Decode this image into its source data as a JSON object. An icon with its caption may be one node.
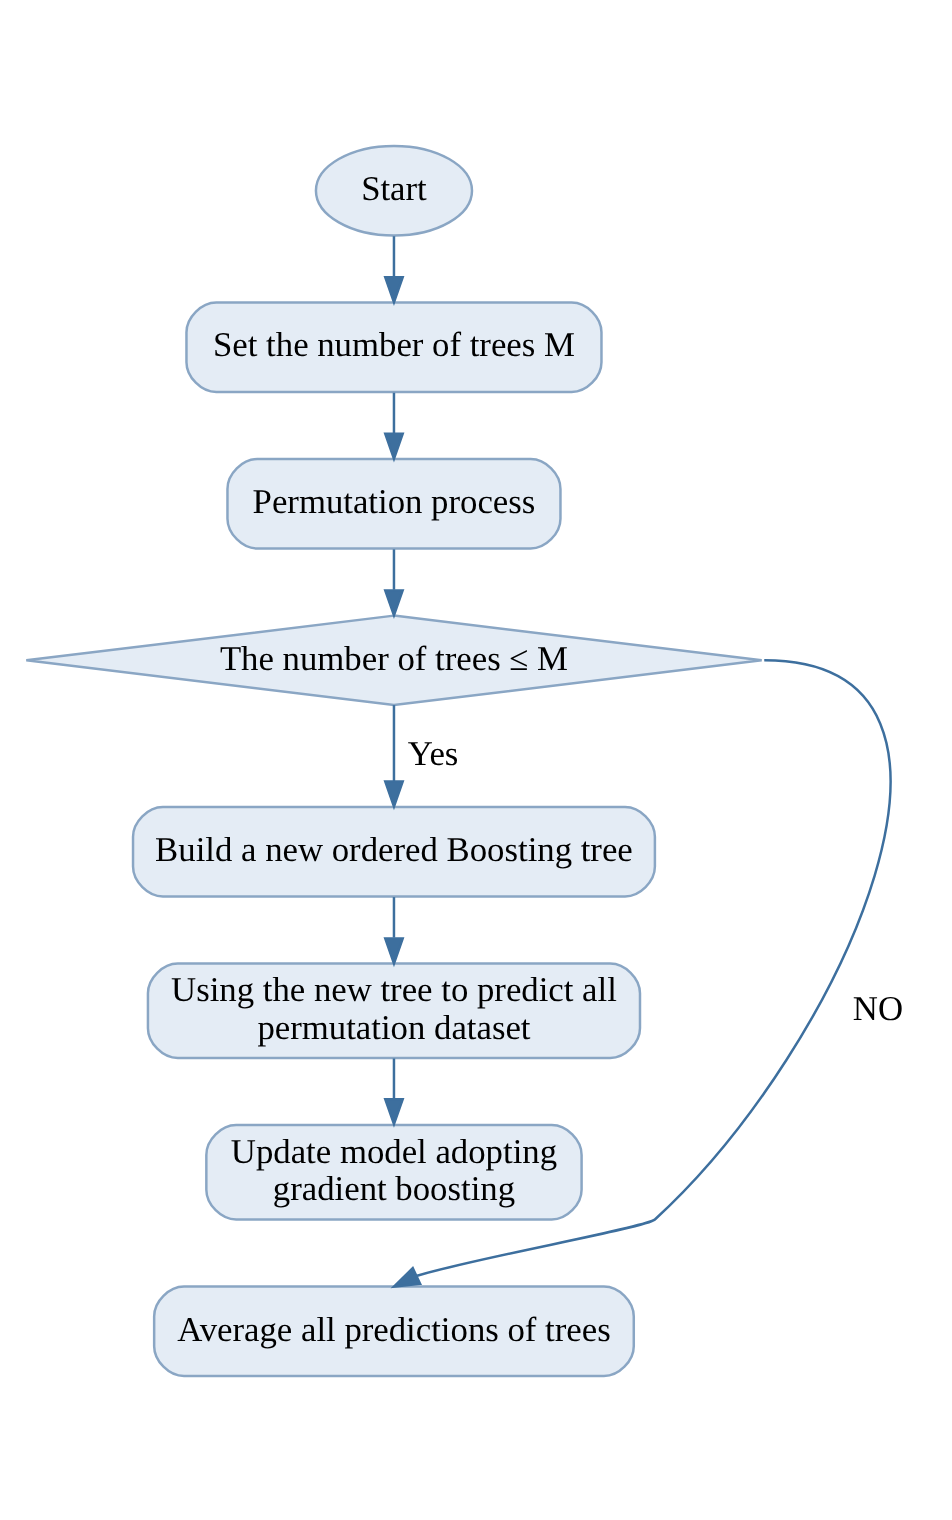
{
  "diagram": {
    "nodes": [
      {
        "text": [
          "Start"
        ]
      },
      {
        "text": [
          "Set the number of trees M"
        ]
      },
      {
        "text": [
          "Permutation process"
        ]
      },
      {
        "text": [
          "The number of trees ≤ M"
        ]
      },
      {
        "text": [
          "Build a new ordered Boosting tree"
        ]
      },
      {
        "text": [
          "Using the new tree to predict all permutation dataset"
        ]
      },
      {
        "text": [
          "Update model adopting gradient boosting"
        ]
      },
      {
        "text": [
          "Average all predictions of trees"
        ]
      }
    ],
    "edges": [
      {
        "from": 0,
        "to": 1,
        "arrow": "to"
      },
      {
        "from": 1,
        "to": 2,
        "arrow": "to"
      },
      {
        "from": 2,
        "to": 3,
        "arrow": "to"
      },
      {
        "from": 3,
        "to": 4,
        "arrow": "to",
        "label": "Yes"
      },
      {
        "from": 4,
        "to": 5,
        "arrow": "to"
      },
      {
        "from": 5,
        "to": 6,
        "arrow": "to"
      },
      {
        "from": 3,
        "to": 7,
        "arrow": "to",
        "label": "NO"
      }
    ]
  }
}
